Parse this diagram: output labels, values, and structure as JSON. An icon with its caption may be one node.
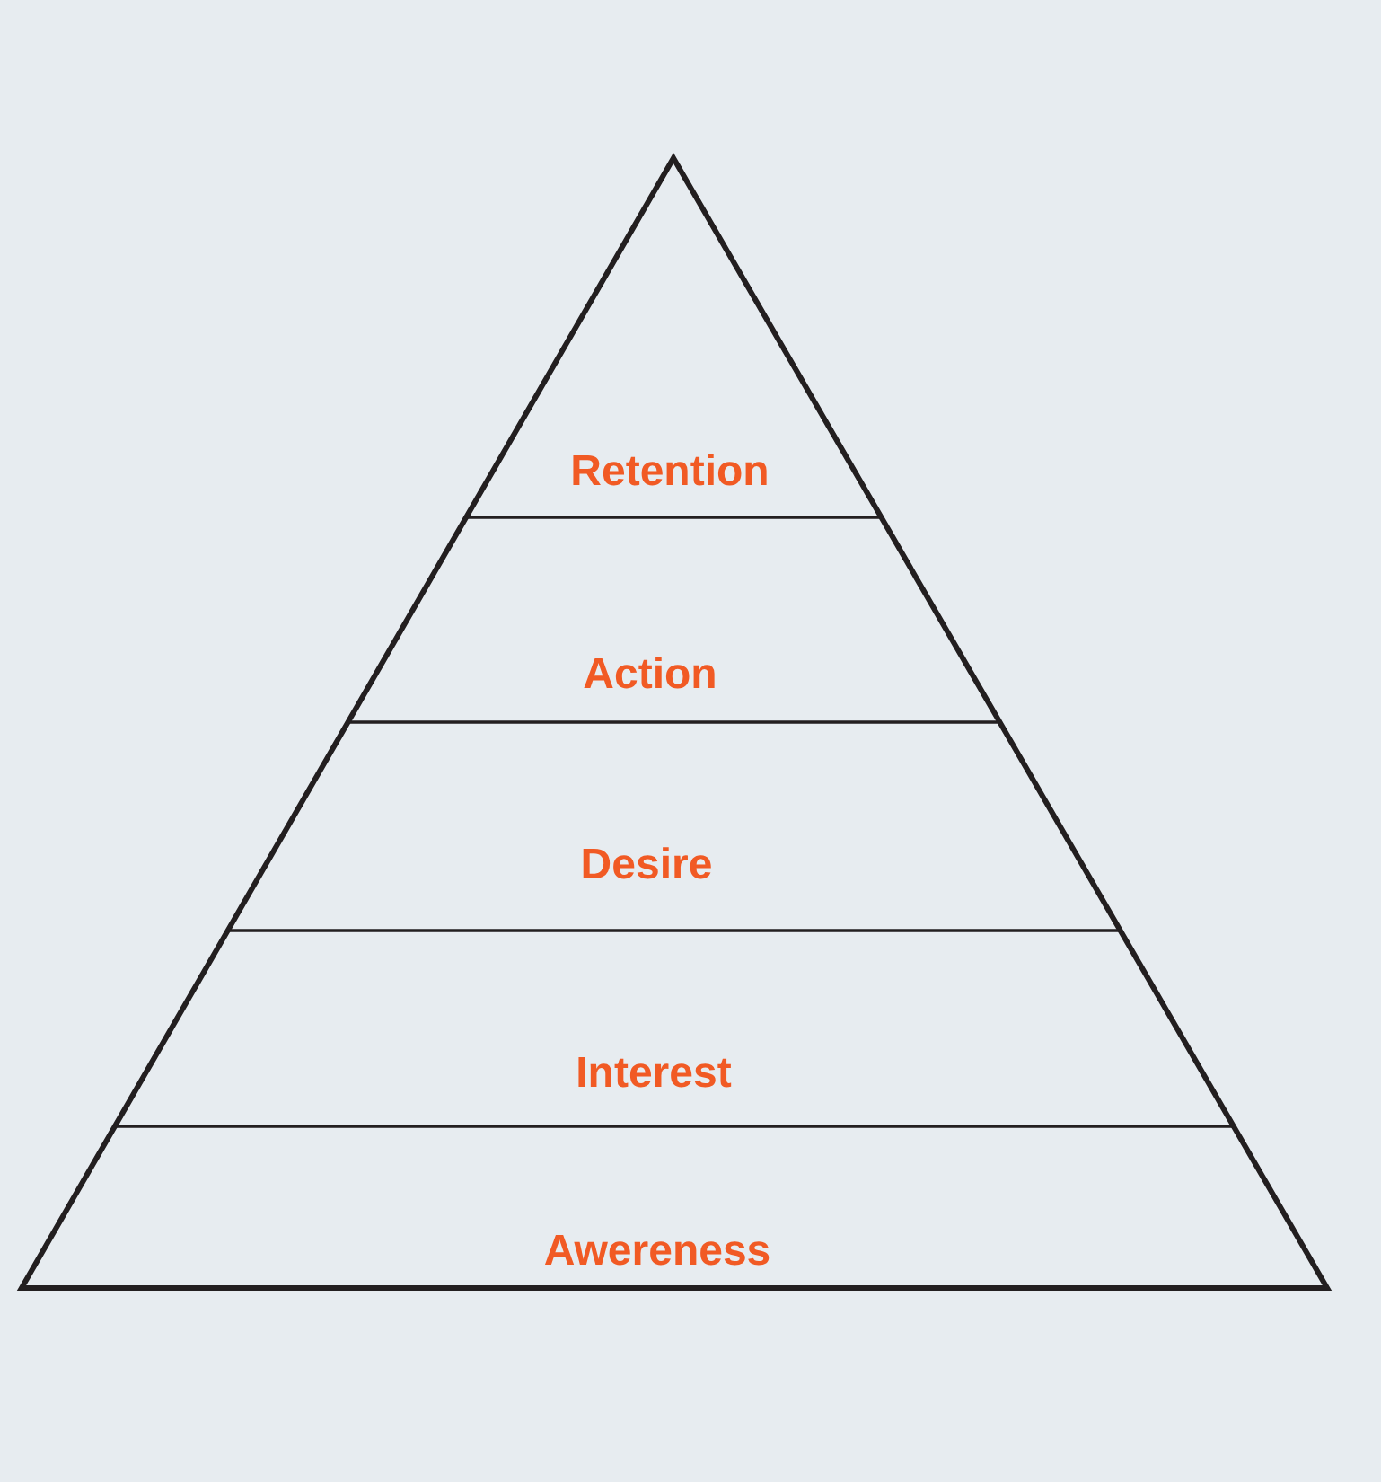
{
  "diagram": {
    "nodes": [
      {
        "text": [
          "Retention"
        ]
      },
      {
        "text": [
          "Action"
        ]
      },
      {
        "text": [
          "Desire"
        ]
      },
      {
        "text": [
          "Interest"
        ]
      },
      {
        "text": [
          "Awereness"
        ]
      }
    ]
  }
}
